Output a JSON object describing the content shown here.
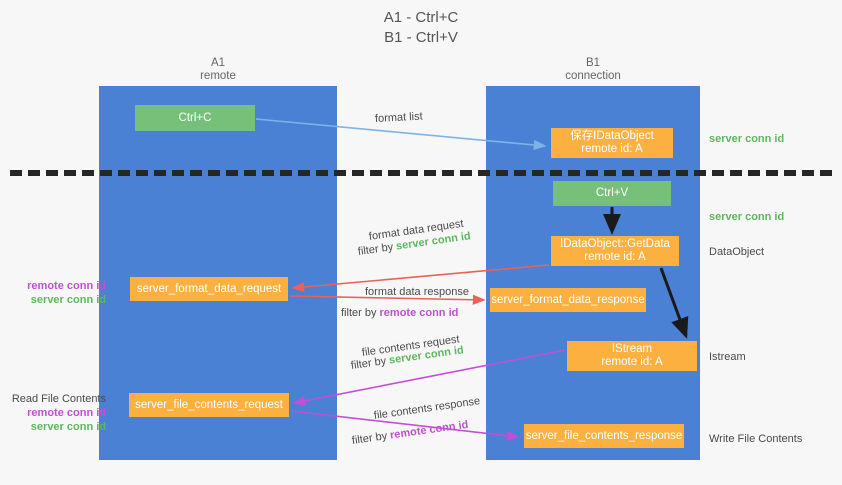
{
  "title": {
    "line1": "A1 - Ctrl+C",
    "line2": "B1 - Ctrl+V"
  },
  "columns": {
    "left": {
      "name": "A1",
      "role": "remote"
    },
    "right": {
      "name": "B1",
      "role": "connection"
    }
  },
  "nodes": {
    "ctrl_c": {
      "label": "Ctrl+C",
      "color": "#76c07a"
    },
    "idataobject": {
      "line1": "保存IDataObject",
      "line2": "remote id: A",
      "color": "#fbb040"
    },
    "ctrl_v": {
      "label": "Ctrl+V",
      "color": "#76c07a"
    },
    "getdata": {
      "line1": "IDataObject::GetData",
      "line2": "remote id: A",
      "color": "#fbb040"
    },
    "format_data_request": {
      "label": "server_format_data_request",
      "color": "#fbb040"
    },
    "format_data_response": {
      "label": "server_format_data_response",
      "color": "#fbb040"
    },
    "istream": {
      "line1": "IStream",
      "line2": "remote id: A",
      "color": "#fbb040"
    },
    "file_contents_request": {
      "label": "server_file_contents_request",
      "color": "#fbb040"
    },
    "file_contents_response": {
      "label": "server_file_contents_response",
      "color": "#fbb040"
    }
  },
  "edge_labels": {
    "format_list": "format list",
    "format_data_request": "format data request",
    "format_data_filter_server": {
      "prefix": "filter by ",
      "value": "server conn id"
    },
    "format_data_response": "format data response",
    "format_data_filter_remote": {
      "prefix": "filter by ",
      "value": "remote conn id"
    },
    "file_contents_request": "file contents request",
    "file_contents_filter_server": {
      "prefix": "filter by ",
      "value": "server conn id"
    },
    "file_contents_response": "file contents response",
    "file_contents_filter_remote": {
      "prefix": "filter by ",
      "value": "remote conn id"
    }
  },
  "annotations": {
    "left": [
      {
        "remote": "remote conn id",
        "server": "server conn id"
      },
      {
        "heading": "Read File Contents",
        "remote": "remote conn id",
        "server": "server conn id"
      }
    ],
    "right": [
      {
        "text": "server conn id",
        "style": "green"
      },
      {
        "text": "server conn id",
        "style": "green"
      },
      {
        "text": "DataObject",
        "style": "plain"
      },
      {
        "text": "Istream",
        "style": "plain"
      },
      {
        "text": "Write File Contents",
        "style": "plain"
      }
    ]
  },
  "colors": {
    "lane": "#4a81d4",
    "node_green": "#76c07a",
    "node_orange": "#fbb040",
    "server_conn_id": "#5cb85c",
    "remote_conn_id": "#c24fd4",
    "arrow_blue": "#7fb3e8",
    "arrow_red": "#e8625a",
    "arrow_magenta": "#c24fd4",
    "arrow_black": "#1a1a1a",
    "divider": "#262626",
    "background": "#f7f7f7"
  }
}
